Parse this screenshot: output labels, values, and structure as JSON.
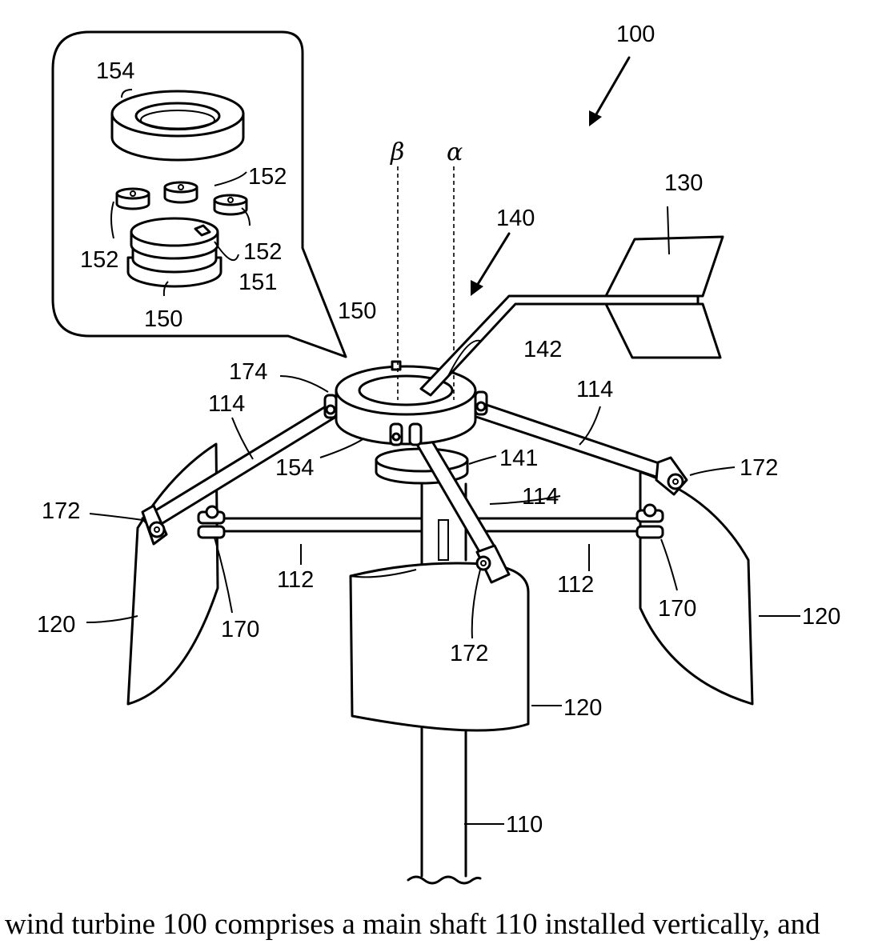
{
  "figure": {
    "ref": "100",
    "greek": {
      "beta": "β",
      "alpha": "α"
    },
    "labels": {
      "l154a": "154",
      "l152a": "152",
      "l152b": "152",
      "l152c": "152",
      "l151": "151",
      "l150a": "150",
      "l150b": "150",
      "l130": "130",
      "l140": "140",
      "l142": "142",
      "l174": "174",
      "l114a": "114",
      "l114b": "114",
      "l114c": "114",
      "l154b": "154",
      "l141": "141",
      "l172a": "172",
      "l172b": "172",
      "l172c": "172",
      "l112a": "112",
      "l112b": "112",
      "l170a": "170",
      "l170b": "170",
      "l120a": "120",
      "l120b": "120",
      "l120c": "120",
      "l110": "110"
    }
  },
  "caption": "wind turbine 100 comprises a main shaft 110 installed vertically, and"
}
